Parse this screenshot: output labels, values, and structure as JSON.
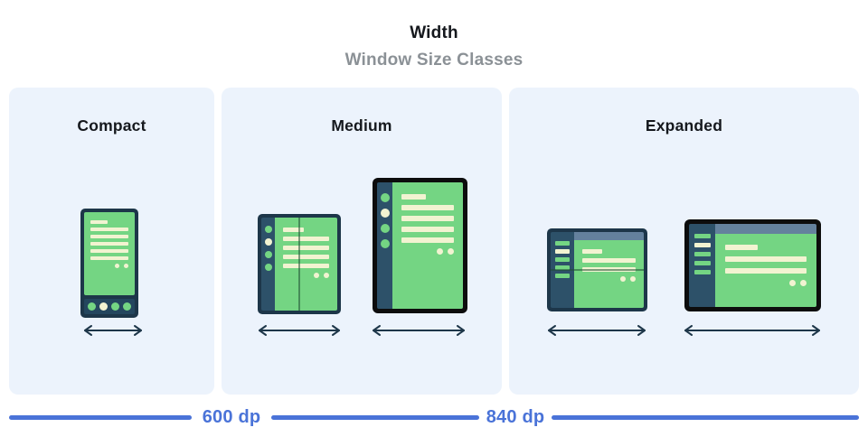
{
  "header": {
    "title": "Width",
    "subtitle": "Window Size Classes"
  },
  "panels": [
    {
      "label": "Compact",
      "devices": [
        "phone"
      ]
    },
    {
      "label": "Medium",
      "devices": [
        "foldable-portrait",
        "tablet-portrait"
      ]
    },
    {
      "label": "Expanded",
      "devices": [
        "foldable-landscape",
        "tablet-landscape"
      ]
    }
  ],
  "ruler": {
    "breakpoints": [
      {
        "label": "600 dp"
      },
      {
        "label": "840 dp"
      }
    ]
  },
  "colors": {
    "accent_blue": "#4a73d8",
    "panel_bg": "#ecf3fc",
    "screen_green": "#74d583",
    "content_cream": "#f2f3d1",
    "frame_navy": "#1d3649",
    "rail_navy": "#2d5169",
    "navbar_navy": "#24465e",
    "topbar_slate": "#64819d",
    "frame_black": "#0d0d0d",
    "subtitle_gray": "#8b9196",
    "title_black": "#15181d"
  }
}
